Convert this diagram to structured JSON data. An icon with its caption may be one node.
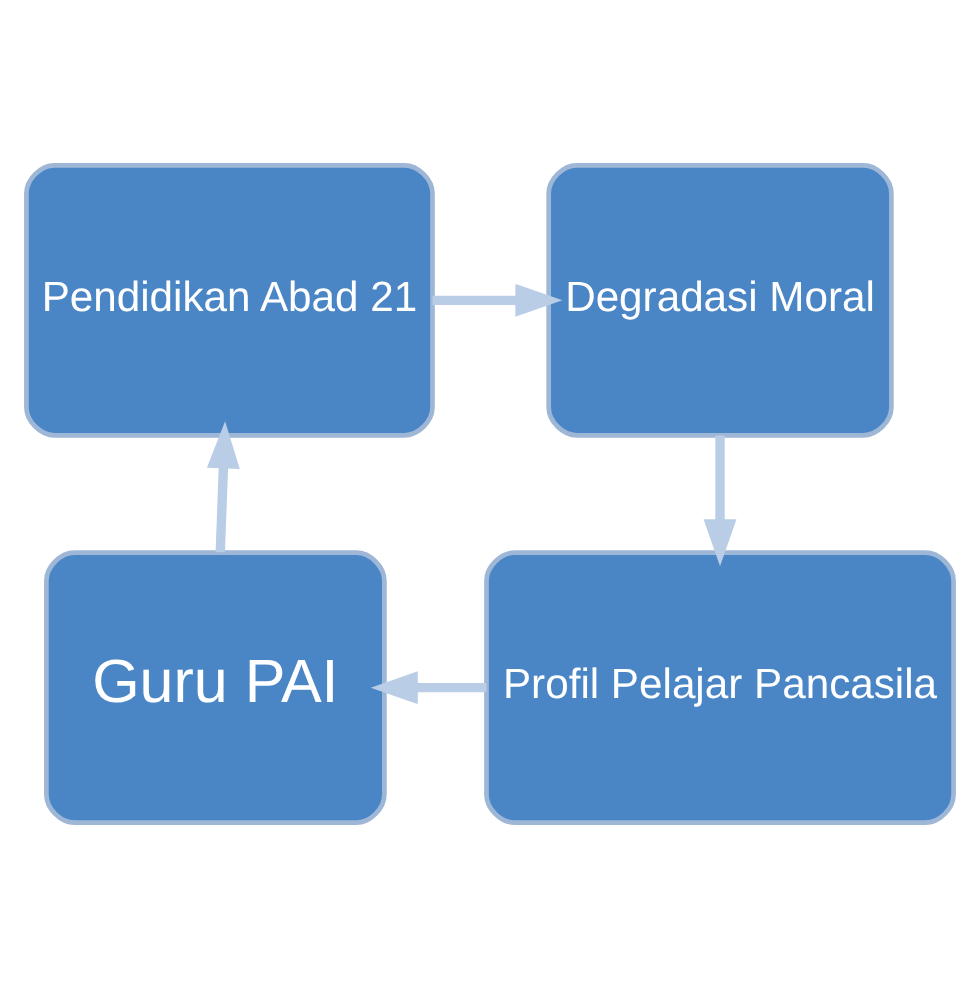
{
  "diagram": {
    "nodes": [
      {
        "text": [
          "Pendidikan Abad 21"
        ]
      },
      {
        "text": [
          "Degradasi Moral"
        ]
      },
      {
        "text": [
          "Profil Pelajar Pancasila"
        ]
      },
      {
        "text": [
          "Guru PAI"
        ]
      }
    ],
    "edges": [
      {
        "from": 0,
        "to": 1,
        "arrow": "to"
      },
      {
        "from": 1,
        "to": 2,
        "arrow": "to"
      },
      {
        "from": 2,
        "to": 3,
        "arrow": "to"
      },
      {
        "from": 3,
        "to": 0,
        "arrow": "to"
      }
    ]
  }
}
